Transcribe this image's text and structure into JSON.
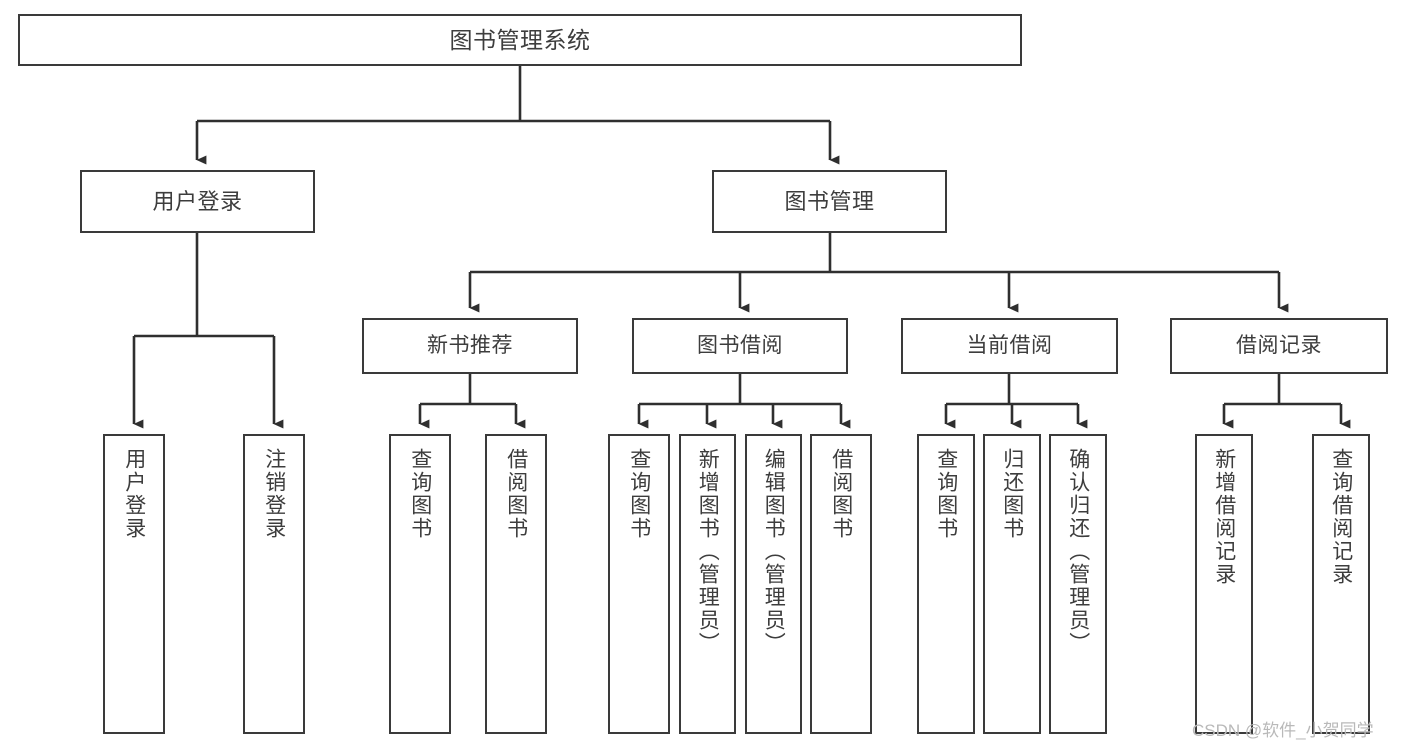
{
  "diagram": {
    "title": "图书管理系统",
    "type": "tree-hierarchy",
    "orientation": "top-down",
    "stroke_color": "#3a3a3a",
    "text_color": "#3d3d3d",
    "background_color": "#ffffff",
    "watermark": "CSDN @软件_小贺同学",
    "watermark_color": "#b9b9b9"
  },
  "nodes": {
    "root": {
      "label": "图书管理系统"
    },
    "level2": [
      {
        "label": "用户登录"
      },
      {
        "label": "图书管理"
      }
    ],
    "level3": [
      {
        "label": "新书推荐"
      },
      {
        "label": "图书借阅"
      },
      {
        "label": "当前借阅"
      },
      {
        "label": "借阅记录"
      }
    ],
    "leaves": {
      "user_login": [
        {
          "label": "用户登录"
        },
        {
          "label": "注销登录"
        }
      ],
      "new_book_recommend": [
        {
          "label": "查询图书"
        },
        {
          "label": "借阅图书"
        }
      ],
      "book_borrow": [
        {
          "label": "查询图书"
        },
        {
          "label": "新增图书（管理员）"
        },
        {
          "label": "编辑图书（管理员）"
        },
        {
          "label": "借阅图书"
        }
      ],
      "current_borrow": [
        {
          "label": "查询图书"
        },
        {
          "label": "归还图书"
        },
        {
          "label": "确认归还（管理员）"
        }
      ],
      "borrow_records": [
        {
          "label": "新增借阅记录"
        },
        {
          "label": "查询借阅记录"
        }
      ]
    }
  }
}
